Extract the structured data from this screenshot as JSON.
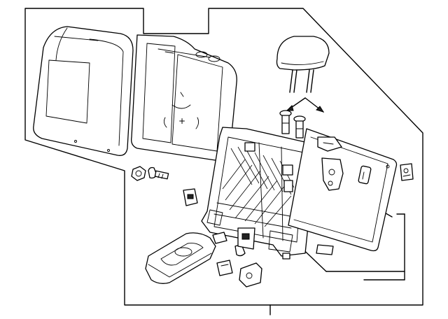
{
  "diagram": {
    "parts": [
      {
        "name": "seat-back-cushion-cover-left",
        "icon": "seat-cover-icon"
      },
      {
        "name": "seat-back-cushion-cover-center",
        "icon": "seat-cover-icon"
      },
      {
        "name": "headrest",
        "icon": "headrest-icon"
      },
      {
        "name": "headrest-guides",
        "icon": "guide-icon"
      },
      {
        "name": "seat-back-frame",
        "icon": "frame-icon"
      },
      {
        "name": "seat-back-panel",
        "icon": "panel-icon"
      },
      {
        "name": "latch",
        "icon": "latch-icon"
      },
      {
        "name": "bolt",
        "icon": "bolt-icon"
      },
      {
        "name": "nut",
        "icon": "nut-icon"
      },
      {
        "name": "armrest",
        "icon": "armrest-icon"
      },
      {
        "name": "bracket",
        "icon": "bracket-icon"
      }
    ]
  }
}
